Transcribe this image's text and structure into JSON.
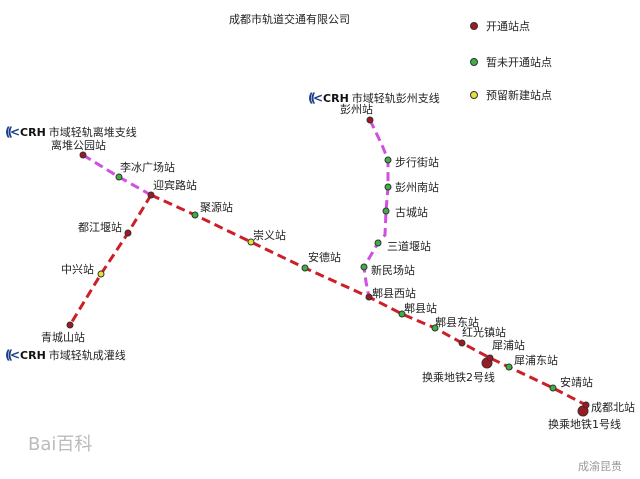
{
  "title": "成都市轨道交通有限公司",
  "legend": [
    {
      "label": "开通站点",
      "color": "#a01822"
    },
    {
      "label": "暂未开通站点",
      "color": "#3cb043"
    },
    {
      "label": "预留新建站点",
      "color": "#e8e03a"
    }
  ],
  "lines": {
    "lidui": {
      "brand": "CRH",
      "name": "市域轻轨离堆支线",
      "color": "#d050e0"
    },
    "chengguan": {
      "brand": "CRH",
      "name": "市域轻轨成灌线",
      "color": "#cc1f27"
    },
    "pengzhou": {
      "brand": "CRH",
      "name": "市域轻轨彭州支线",
      "color": "#d050e0"
    }
  },
  "stations": [
    {
      "name": "离堆公园站",
      "status": "open"
    },
    {
      "name": "李冰广场站",
      "status": "unopened"
    },
    {
      "name": "迎宾路站",
      "status": "open"
    },
    {
      "name": "聚源站",
      "status": "unopened"
    },
    {
      "name": "崇义站",
      "status": "reserved"
    },
    {
      "name": "安德站",
      "status": "unopened"
    },
    {
      "name": "郫县西站",
      "status": "open"
    },
    {
      "name": "郫县站",
      "status": "unopened"
    },
    {
      "name": "郫县东站",
      "status": "unopened"
    },
    {
      "name": "红光镇站",
      "status": "open"
    },
    {
      "name": "犀浦站",
      "status": "open"
    },
    {
      "name": "犀浦东站",
      "status": "unopened"
    },
    {
      "name": "安靖站",
      "status": "unopened"
    },
    {
      "name": "成都北站",
      "status": "open"
    },
    {
      "name": "都江堰站",
      "status": "open"
    },
    {
      "name": "中兴站",
      "status": "reserved"
    },
    {
      "name": "青城山站",
      "status": "open"
    },
    {
      "name": "彭州站",
      "status": "open"
    },
    {
      "name": "步行街站",
      "status": "unopened"
    },
    {
      "name": "彭州南站",
      "status": "unopened"
    },
    {
      "name": "古城站",
      "status": "unopened"
    },
    {
      "name": "三道堰站",
      "status": "unopened"
    },
    {
      "name": "新民场站",
      "status": "unopened"
    }
  ],
  "transfers": [
    "换乘地铁2号线",
    "换乘地铁1号线"
  ],
  "watermarks": [
    "Bai百科",
    "成渝昆贵"
  ]
}
